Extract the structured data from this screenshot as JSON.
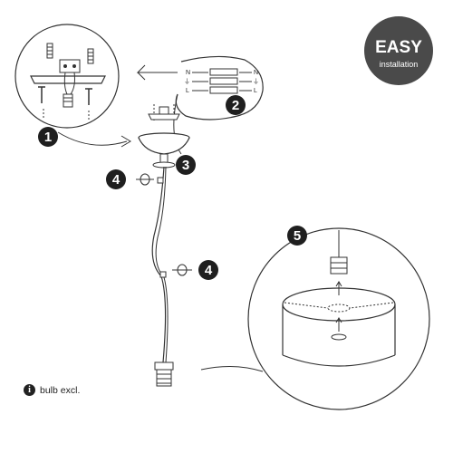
{
  "badge": {
    "line1": "EASY",
    "line2": "installation",
    "color": "#4a4a4a"
  },
  "steps": {
    "s1": "1",
    "s2": "2",
    "s3": "3",
    "s4a": "4",
    "s4b": "4",
    "s5": "5"
  },
  "wiring": {
    "rows": [
      {
        "left": "N",
        "right": "N"
      },
      {
        "left": "⏚",
        "right": "⏚"
      },
      {
        "left": "L",
        "right": "L"
      }
    ]
  },
  "note": {
    "icon": "i",
    "text": "bulb excl."
  },
  "colors": {
    "ink": "#222222",
    "line": "#333333",
    "step_fill": "#1f1f1f"
  }
}
